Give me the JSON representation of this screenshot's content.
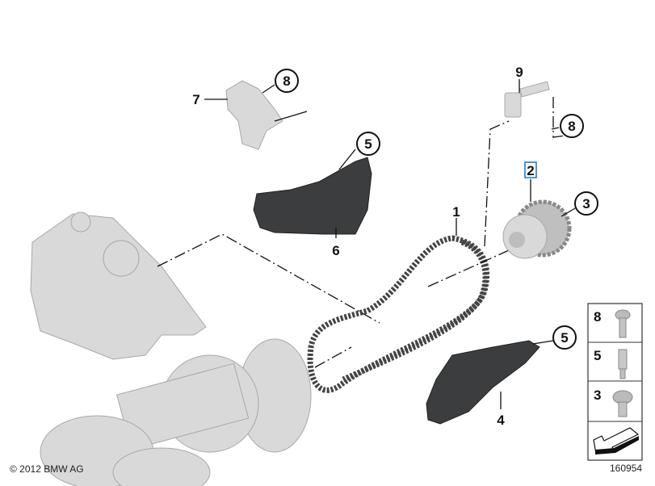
{
  "diagram": {
    "callouts": [
      {
        "id": "callout-1",
        "text": "1",
        "circled": false
      },
      {
        "id": "callout-2",
        "text": "2",
        "circled": false,
        "highlighted": true
      },
      {
        "id": "callout-3",
        "text": "3",
        "circled": true
      },
      {
        "id": "callout-4",
        "text": "4",
        "circled": false
      },
      {
        "id": "callout-5a",
        "text": "5",
        "circled": true
      },
      {
        "id": "callout-5b",
        "text": "5",
        "circled": true
      },
      {
        "id": "callout-6",
        "text": "6",
        "circled": false
      },
      {
        "id": "callout-7",
        "text": "7",
        "circled": false
      },
      {
        "id": "callout-8a",
        "text": "8",
        "circled": true
      },
      {
        "id": "callout-8b",
        "text": "8",
        "circled": true
      },
      {
        "id": "callout-9",
        "text": "9",
        "circled": false
      }
    ],
    "legend": [
      {
        "number": "8",
        "icon": "flange-bolt-icon"
      },
      {
        "number": "5",
        "icon": "sleeve-bolt-icon"
      },
      {
        "number": "3",
        "icon": "collar-bolt-icon"
      }
    ],
    "diagram_number": "160954",
    "copyright": "© 2012 BMW AG",
    "highlight_color": "#1a6fd6"
  }
}
